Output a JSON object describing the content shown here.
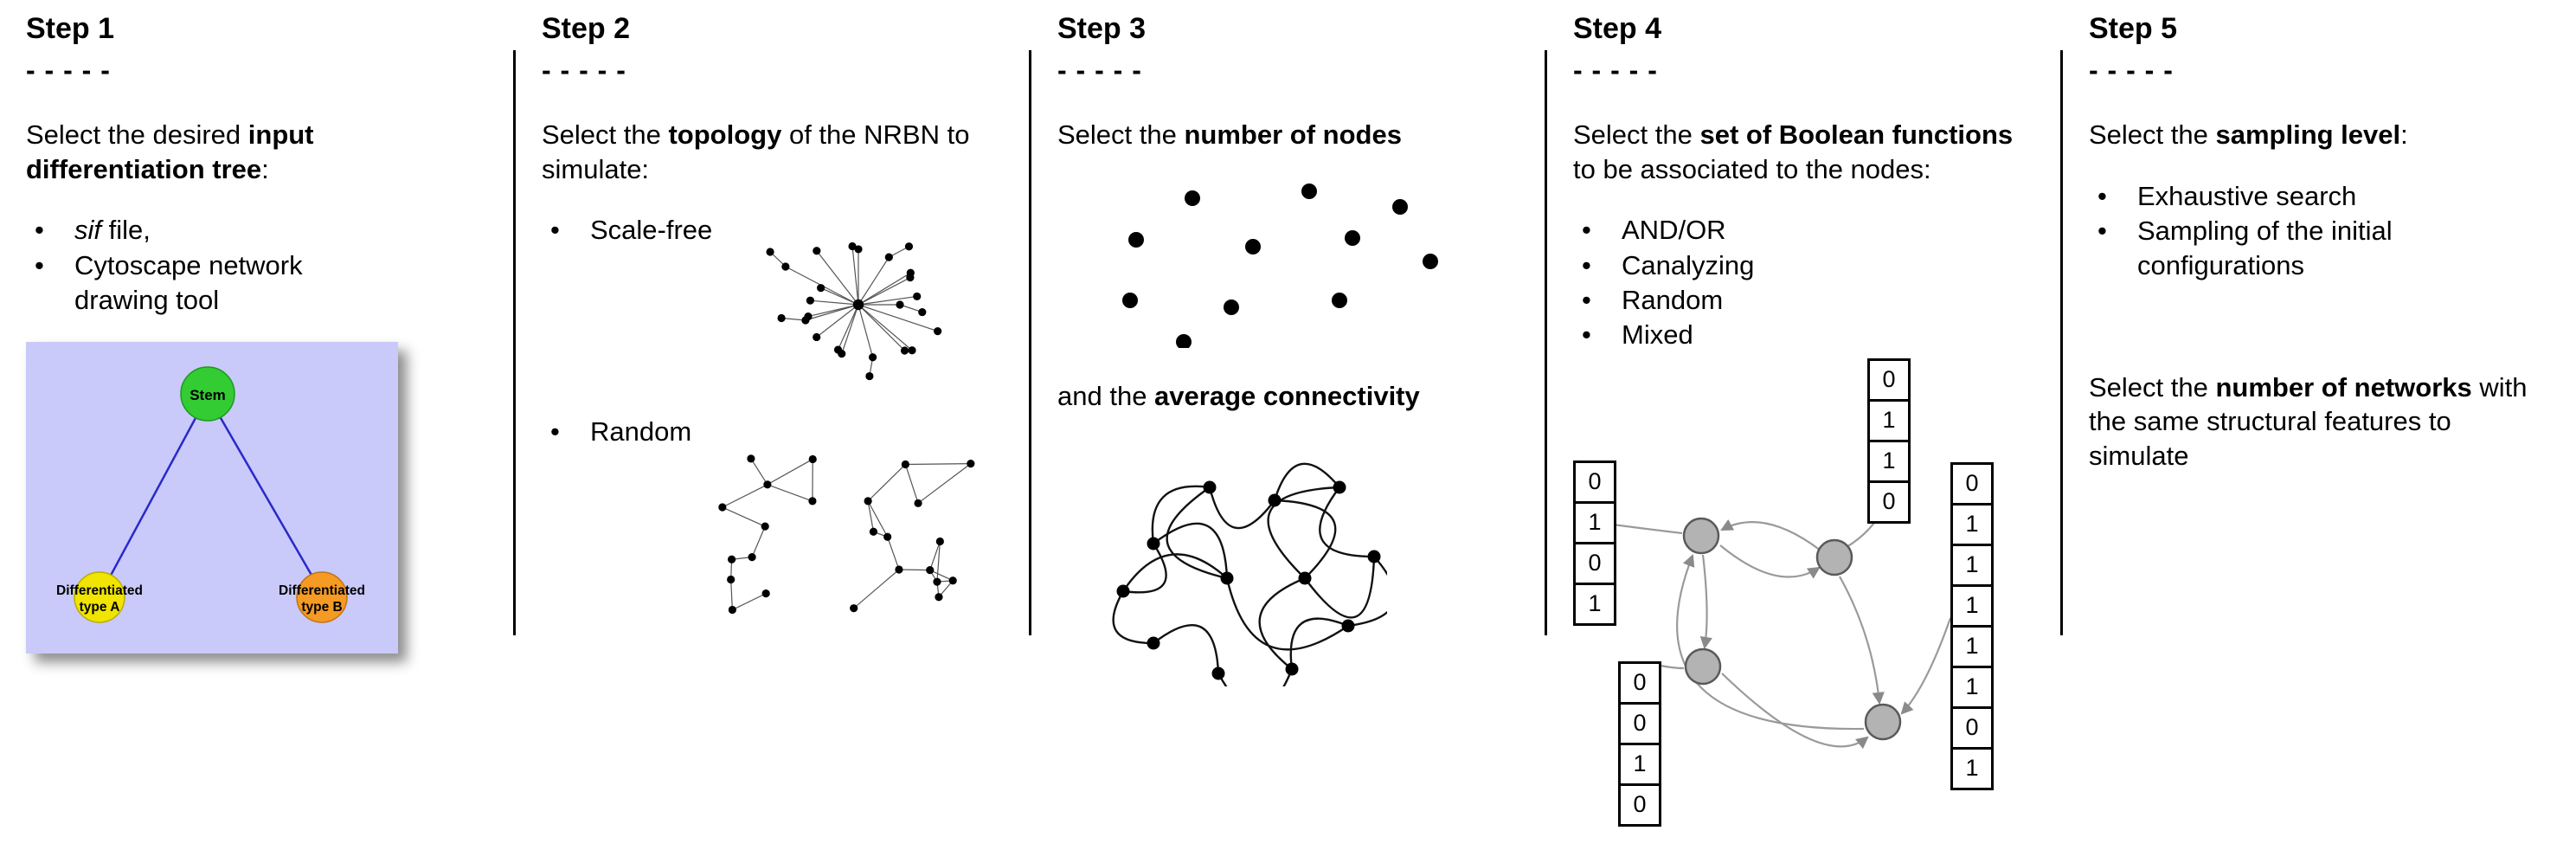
{
  "step1": {
    "title": "Step 1",
    "dashes": "- - - - -",
    "intro_pre": "Select the desired ",
    "intro_bold": "input differentiation tree",
    "intro_post": ":",
    "bullet1_italic": "sif",
    "bullet1_rest": " file,",
    "bullet2": "Cytoscape network drawing tool",
    "tree": {
      "stem_label": "Stem",
      "type_a_line1": "Differentiated",
      "type_a_line2": "type A",
      "type_b_line1": "Differentiated",
      "type_b_line2": "type B",
      "colors": {
        "background": "#c9c9fa",
        "stem": "#33cc33",
        "type_a": "#f0e400",
        "type_b": "#f59a23",
        "edge": "#2929c8"
      }
    }
  },
  "step2": {
    "title": "Step 2",
    "dashes": "- - - - -",
    "intro_pre": "Select the ",
    "intro_bold": "topology",
    "intro_post": " of the NRBN to simulate:",
    "bullet1": "Scale-free",
    "bullet2": "Random"
  },
  "step3": {
    "title": "Step 3",
    "dashes": "- - - - -",
    "line1_pre": "Select the ",
    "line1_bold": "number of nodes",
    "line2_pre": "and the ",
    "line2_bold": "average connectivity"
  },
  "step4": {
    "title": "Step 4",
    "dashes": "- - - - -",
    "intro_pre": "Select the ",
    "intro_bold": "set of Boolean functions",
    "intro_post": " to be associated to the nodes:",
    "bullets": [
      "AND/OR",
      "Canalyzing",
      "Random",
      "Mixed"
    ],
    "truth_tables": {
      "top": [
        "0",
        "1",
        "1",
        "0"
      ],
      "left": [
        "0",
        "1",
        "0",
        "1"
      ],
      "bottom_left": [
        "0",
        "0",
        "1",
        "0"
      ],
      "right": [
        "0",
        "1",
        "1",
        "1",
        "1",
        "1",
        "0",
        "1"
      ]
    }
  },
  "step5": {
    "title": "Step 5",
    "dashes": "- - - - -",
    "intro_pre": "Select the ",
    "intro_bold": "sampling level",
    "intro_post": ":",
    "bullet1": "Exhaustive search",
    "bullet2": "Sampling of the initial configurations",
    "second_pre": "Select the ",
    "second_bold": "number of networks",
    "second_post": " with the same structural features to simulate"
  }
}
